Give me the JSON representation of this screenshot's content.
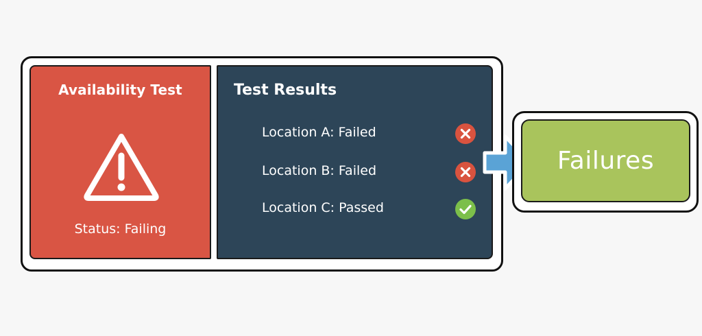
{
  "availability_panel": {
    "title": "Availability Test",
    "status": "Status: Failing",
    "icon": "warning-triangle-icon",
    "color": "#d95544"
  },
  "results_panel": {
    "title": "Test Results",
    "color": "#2d4558",
    "results": [
      {
        "label": "Location A: Failed",
        "icon": "x-circle-icon",
        "icon_color": "#d9533f"
      },
      {
        "label": "Location B: Failed",
        "icon": "x-circle-icon",
        "icon_color": "#d9533f"
      },
      {
        "label": "Location C: Passed",
        "icon": "check-circle-icon",
        "icon_color": "#7cbf4a"
      }
    ]
  },
  "connector": {
    "icon": "arrow-right-icon",
    "color": "#5aa3d6"
  },
  "failures_box": {
    "label": "Failures",
    "color": "#a9c45c"
  }
}
